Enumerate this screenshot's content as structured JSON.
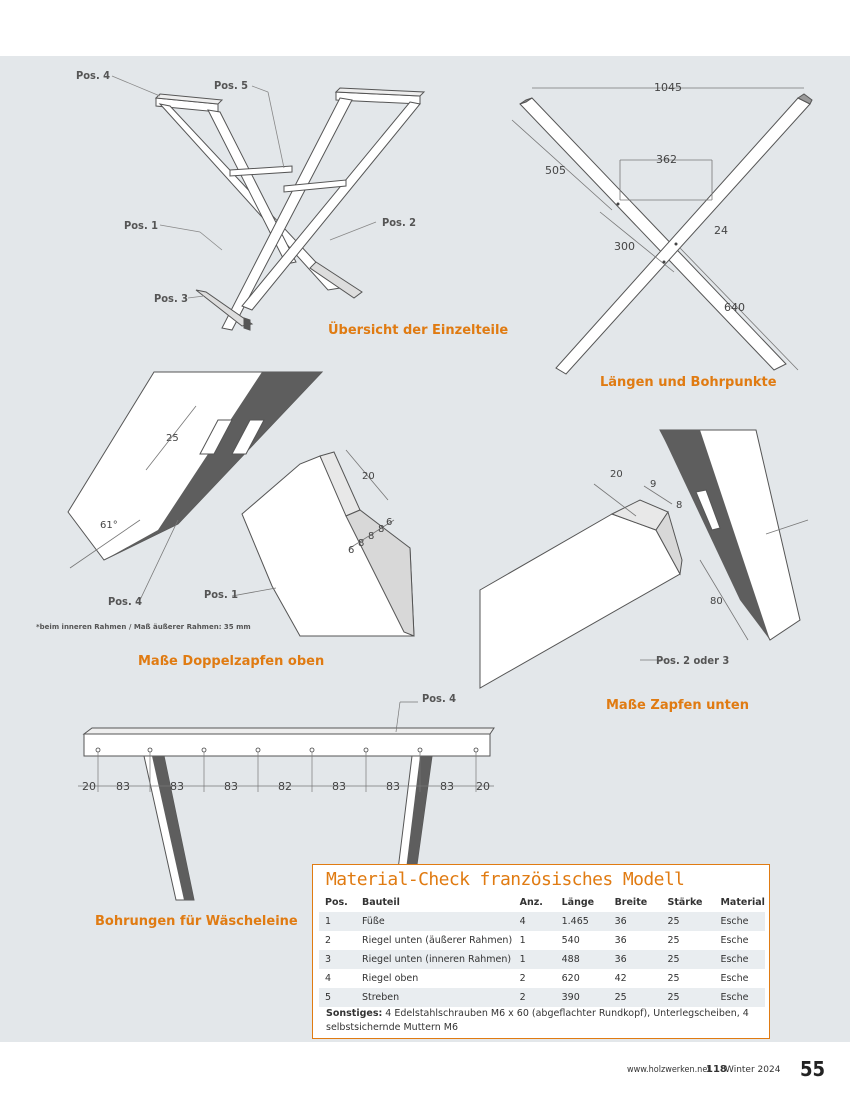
{
  "figures": {
    "overview": {
      "caption": "Übersicht der Einzelteile",
      "labels": [
        "Pos. 4",
        "Pos. 5",
        "Pos. 1",
        "Pos. 2",
        "Pos. 3"
      ]
    },
    "lengths": {
      "caption": "Längen und Bohrpunkte",
      "dims": [
        "1045",
        "505",
        "362",
        "300",
        "24",
        "640"
      ]
    },
    "double_tenon": {
      "caption": "Maße Doppelzapfen oben",
      "dims": [
        "25",
        "61°",
        "20",
        "6",
        "8",
        "8",
        "8",
        "6"
      ],
      "labels": [
        "Pos. 4",
        "Pos. 1"
      ],
      "footnote": "*beim inneren Rahmen / Maß äußerer Rahmen: 35 mm"
    },
    "lower_tenon": {
      "caption": "Maße Zapfen unten",
      "dims": [
        "20",
        "9",
        "8",
        "80"
      ],
      "labels": [
        "Pos. 2 oder 3"
      ]
    },
    "holes": {
      "caption": "Bohrungen für Wäscheleine",
      "label": "Pos. 4",
      "dims": [
        "20",
        "83",
        "83",
        "83",
        "82",
        "83",
        "83",
        "83",
        "20"
      ]
    }
  },
  "material_check": {
    "title": "Material-Check französisches Modell",
    "headers": [
      "Pos.",
      "Bauteil",
      "Anz.",
      "Länge",
      "Breite",
      "Stärke",
      "Material"
    ],
    "rows": [
      [
        "1",
        "Füße",
        "4",
        "1.465",
        "36",
        "25",
        "Esche"
      ],
      [
        "2",
        "Riegel unten (äußerer Rahmen)",
        "1",
        "540",
        "36",
        "25",
        "Esche"
      ],
      [
        "3",
        "Riegel unten (inneren Rahmen)",
        "1",
        "488",
        "36",
        "25",
        "Esche"
      ],
      [
        "4",
        "Riegel oben",
        "2",
        "620",
        "42",
        "25",
        "Esche"
      ],
      [
        "5",
        "Streben",
        "2",
        "390",
        "25",
        "25",
        "Esche"
      ]
    ],
    "other_label": "Sonstiges:",
    "other_text": " 4 Edelstahlschrauben M6 x 60 (abgeflachter Rundkopf), Unterlegscheiben, 4 selbstsichernde Muttern M6"
  },
  "footer": {
    "url": "www.holzwerken.net",
    "issue": "118",
    "season": "Winter 2024",
    "page": "55"
  },
  "colors": {
    "accent": "#e07b12",
    "panel": "#e3e7ea",
    "wood_shadow": "#5e5e5e"
  }
}
